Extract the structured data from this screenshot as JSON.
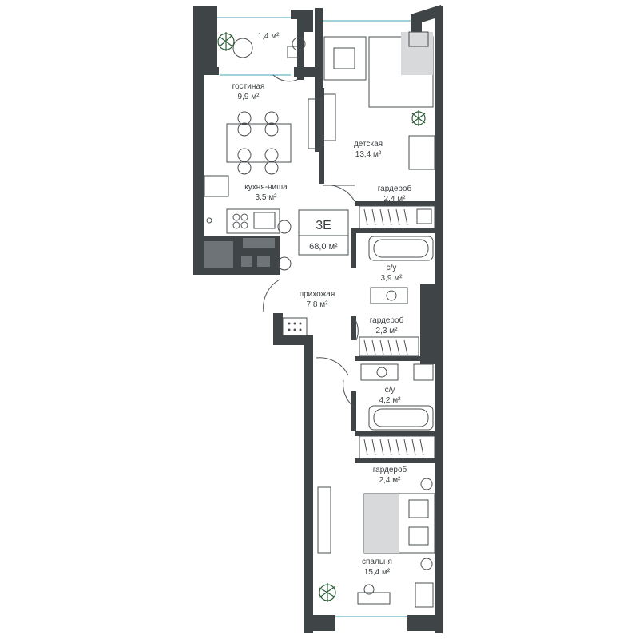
{
  "apartment": {
    "code": "3E",
    "total_area": "68,0 м²"
  },
  "rooms": [
    {
      "name": "",
      "area": "1,4 м²"
    },
    {
      "name": "гостиная",
      "area": "9,9 м²"
    },
    {
      "name": "кухня-ниша",
      "area": "3,5 м²"
    },
    {
      "name": "детская",
      "area": "13,4 м²"
    },
    {
      "name": "гардероб",
      "area": "2,4 м²"
    },
    {
      "name": "с/у",
      "area": "3,9 м²"
    },
    {
      "name": "прихожая",
      "area": "7,8 м²"
    },
    {
      "name": "гардероб",
      "area": "2,3 м²"
    },
    {
      "name": "с/у",
      "area": "4,2 м²"
    },
    {
      "name": "гардероб",
      "area": "2,4 м²"
    },
    {
      "name": "спальня",
      "area": "15,4 м²"
    }
  ],
  "colors": {
    "wall": "#3f4447",
    "window": "#9fd2da",
    "furniture": "#4a4f52",
    "plant": "#2f5f3a"
  }
}
